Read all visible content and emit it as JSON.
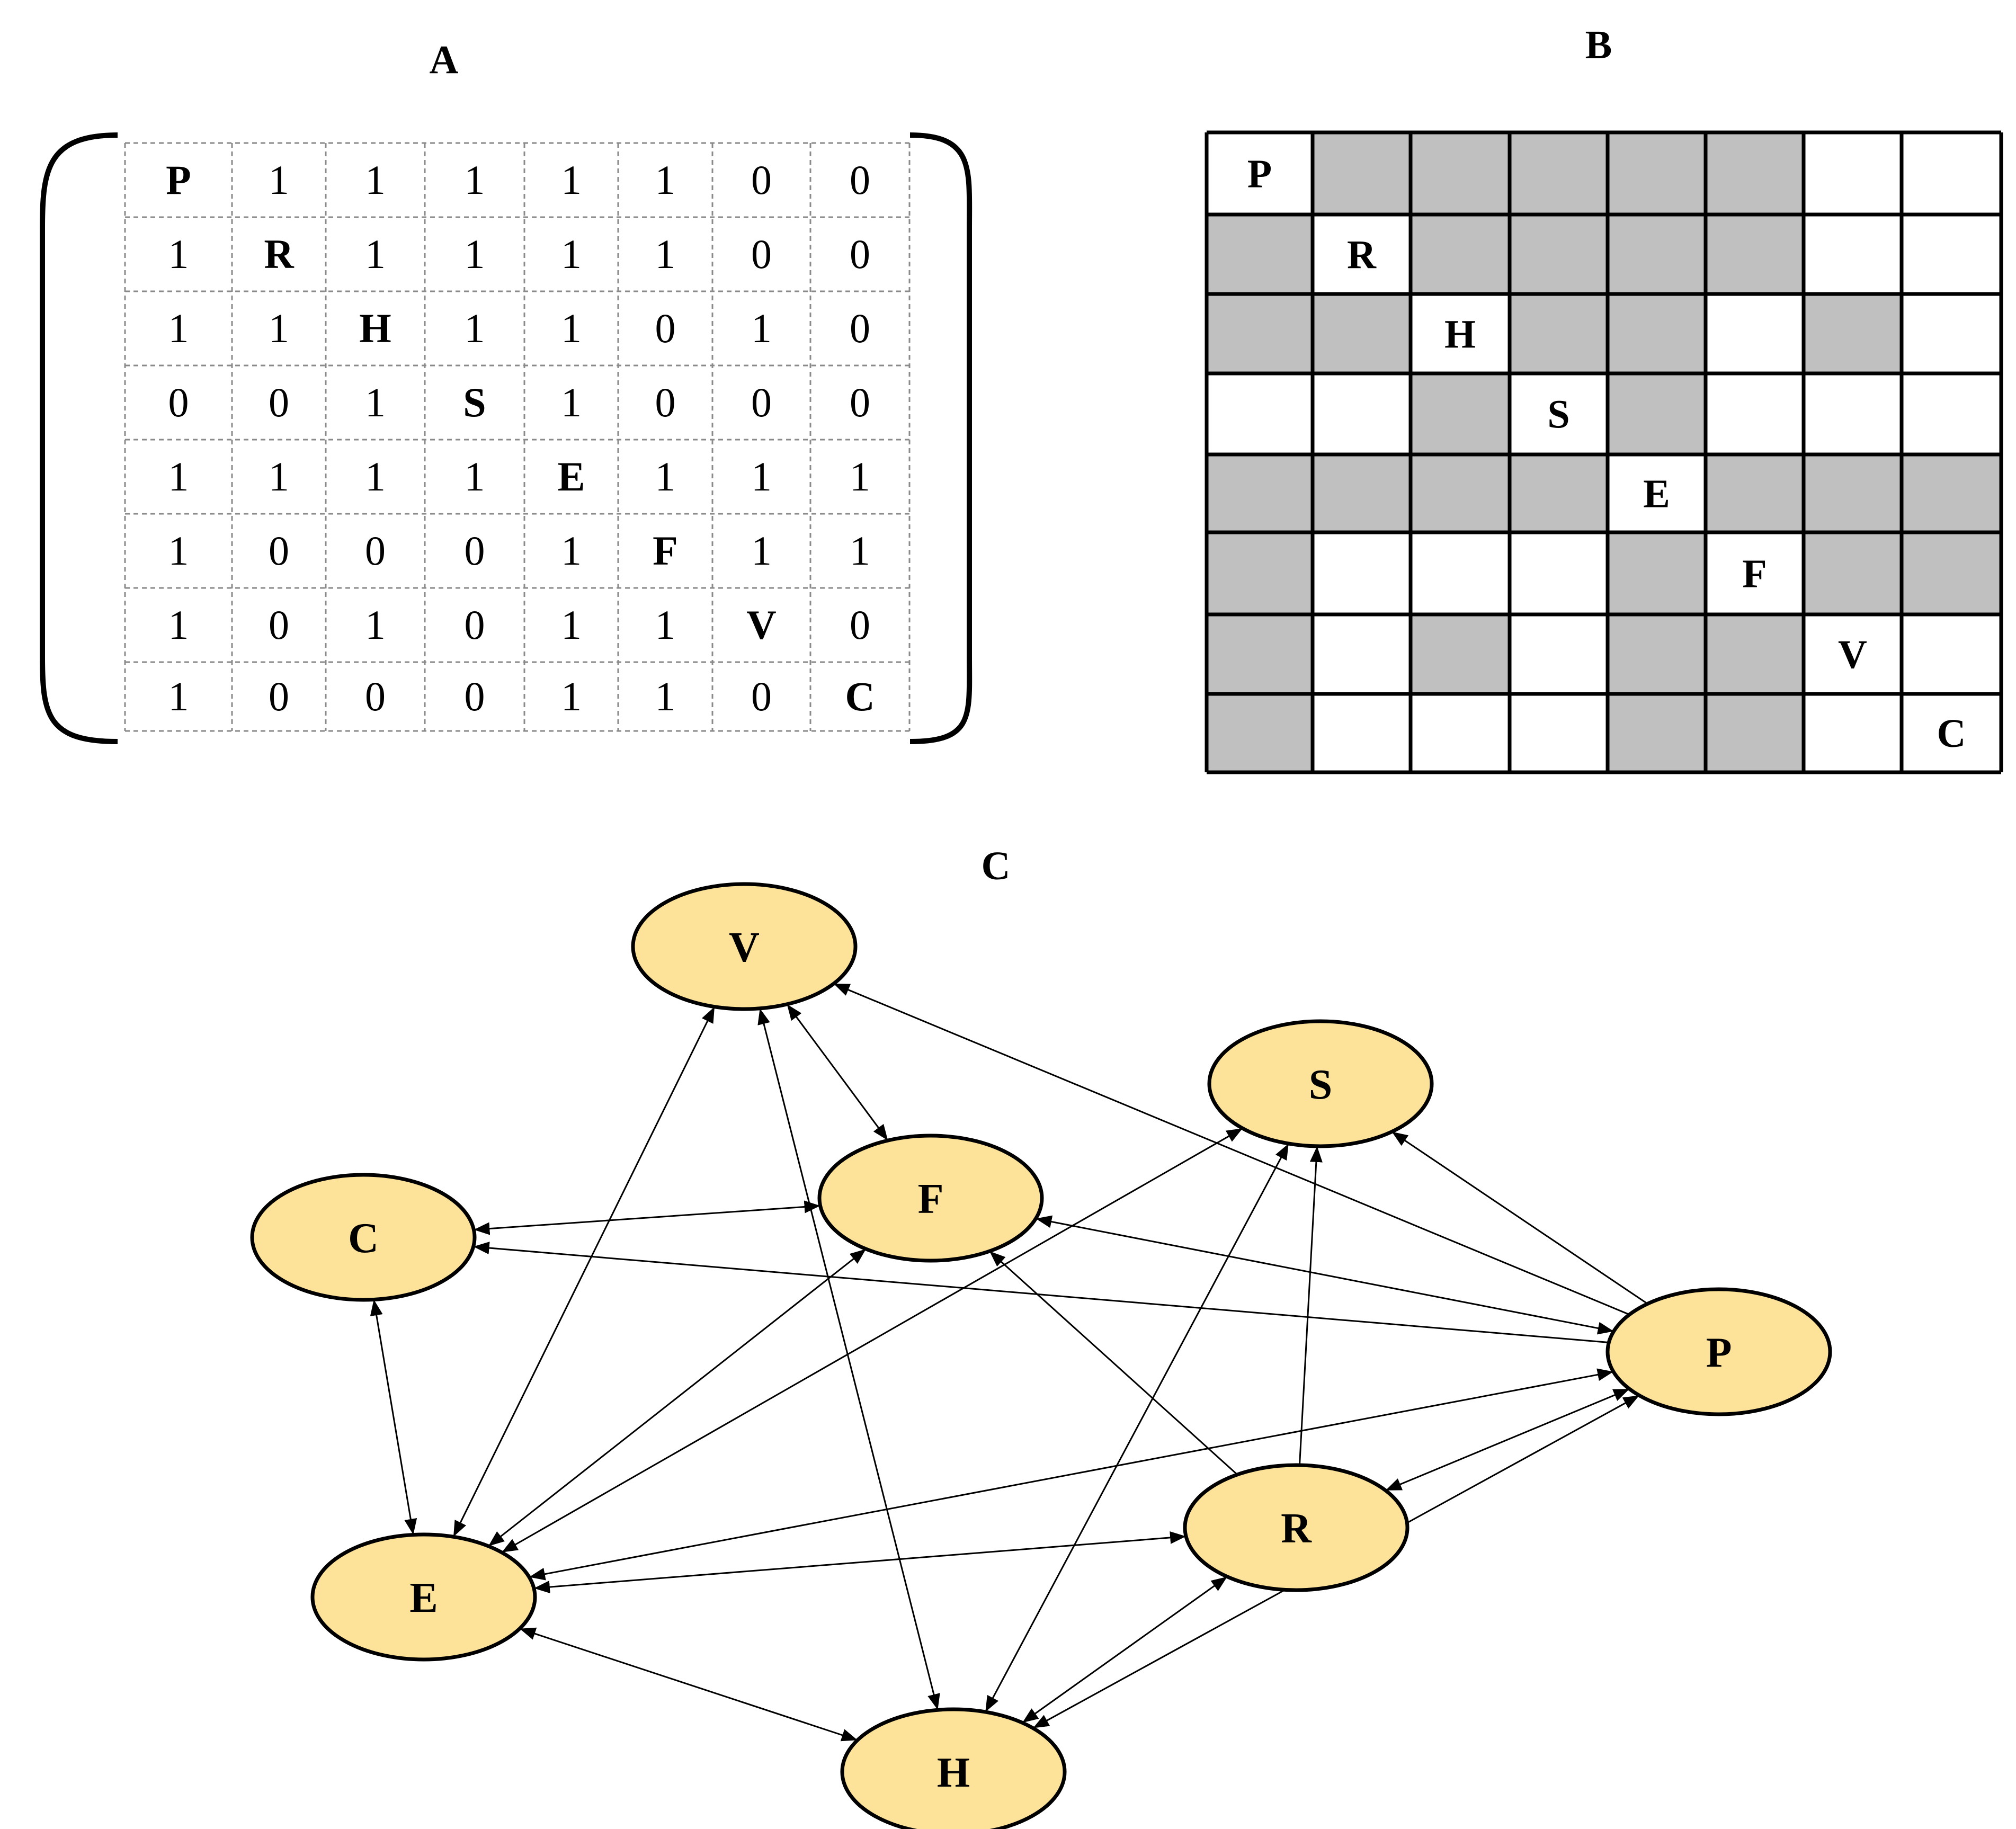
{
  "panels": {
    "a": {
      "label": "A"
    },
    "b": {
      "label": "B"
    },
    "c": {
      "label": "C"
    }
  },
  "nodes": [
    "P",
    "R",
    "H",
    "S",
    "E",
    "F",
    "V",
    "C"
  ],
  "matrix": [
    [
      "P",
      "1",
      "1",
      "1",
      "1",
      "1",
      "0",
      "0"
    ],
    [
      "1",
      "R",
      "1",
      "1",
      "1",
      "1",
      "0",
      "0"
    ],
    [
      "1",
      "1",
      "H",
      "1",
      "1",
      "0",
      "1",
      "0"
    ],
    [
      "0",
      "0",
      "1",
      "S",
      "1",
      "0",
      "0",
      "0"
    ],
    [
      "1",
      "1",
      "1",
      "1",
      "E",
      "1",
      "1",
      "1"
    ],
    [
      "1",
      "0",
      "0",
      "0",
      "1",
      "F",
      "1",
      "1"
    ],
    [
      "1",
      "0",
      "1",
      "0",
      "1",
      "1",
      "V",
      "0"
    ],
    [
      "1",
      "0",
      "0",
      "0",
      "1",
      "1",
      "0",
      "C"
    ]
  ],
  "colors": {
    "node_fill": "#fde39a",
    "shaded_cell": "#c0c0c0",
    "edge": "#000000"
  },
  "edges": [
    {
      "from": "P",
      "to": "V",
      "arrow": "end"
    },
    {
      "from": "P",
      "to": "S",
      "arrow": "end"
    },
    {
      "from": "P",
      "to": "F",
      "arrow": "both"
    },
    {
      "from": "P",
      "to": "C",
      "arrow": "end"
    },
    {
      "from": "P",
      "to": "E",
      "arrow": "both"
    },
    {
      "from": "P",
      "to": "R",
      "arrow": "both"
    },
    {
      "from": "P",
      "to": "H",
      "arrow": "both"
    },
    {
      "from": "R",
      "to": "S",
      "arrow": "end"
    },
    {
      "from": "R",
      "to": "F",
      "arrow": "end"
    },
    {
      "from": "R",
      "to": "E",
      "arrow": "both"
    },
    {
      "from": "R",
      "to": "H",
      "arrow": "both"
    },
    {
      "from": "V",
      "to": "F",
      "arrow": "both"
    },
    {
      "from": "V",
      "to": "E",
      "arrow": "both"
    },
    {
      "from": "V",
      "to": "H",
      "arrow": "both"
    },
    {
      "from": "C",
      "to": "F",
      "arrow": "both"
    },
    {
      "from": "C",
      "to": "E",
      "arrow": "both"
    },
    {
      "from": "F",
      "to": "E",
      "arrow": "both"
    },
    {
      "from": "S",
      "to": "E",
      "arrow": "both"
    },
    {
      "from": "S",
      "to": "H",
      "arrow": "both"
    },
    {
      "from": "E",
      "to": "H",
      "arrow": "both"
    }
  ]
}
